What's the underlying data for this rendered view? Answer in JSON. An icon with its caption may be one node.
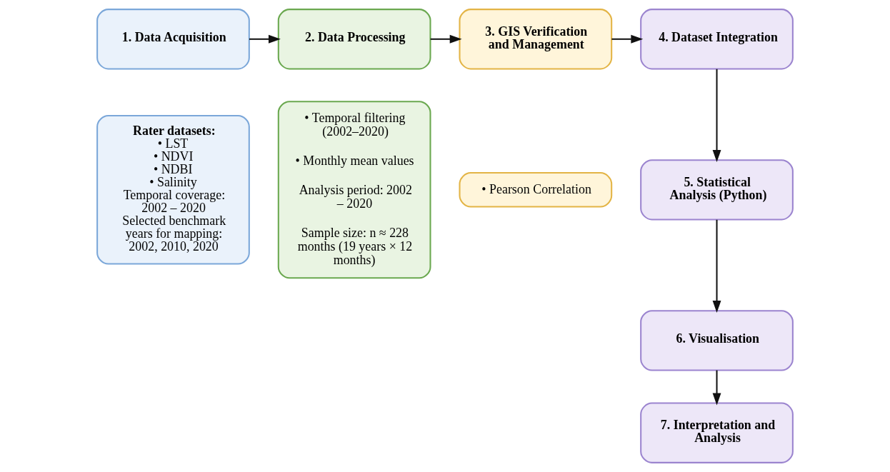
{
  "diagram": {
    "nodes": [
      {
        "text": [
          "1. Data Acquisition"
        ]
      },
      {
        "text": [
          "Rater datasets:",
          "• LST",
          "• NDVI",
          "• NDBI",
          "• Salinity",
          "Temporal coverage: 2002 – 2020",
          "Selected benchmark years for mapping: 2002, 2010, 2020"
        ]
      },
      {
        "text": [
          "2. Data Processing"
        ]
      },
      {
        "text": [
          "• Temporal filtering (2002–2020)",
          "• Monthly mean values",
          "Analysis period: 2002 – 2020",
          "Sample size: n ≈ 228 months (19 years × 12 months)"
        ]
      },
      {
        "text": [
          "3. GIS Verification and Management"
        ]
      },
      {
        "text": [
          "• Pearson Correlation"
        ]
      },
      {
        "text": [
          "4. Dataset Integration"
        ]
      },
      {
        "text": [
          "5. Statistical Analysis (Python)"
        ]
      },
      {
        "text": [
          "6. Visualisation"
        ]
      },
      {
        "text": [
          "7. Interpretation and Analysis"
        ]
      }
    ],
    "edges": [
      {
        "from": 0,
        "to": 2,
        "arrow": "to"
      },
      {
        "from": 2,
        "to": 4,
        "arrow": "to"
      },
      {
        "from": 4,
        "to": 6,
        "arrow": "to"
      },
      {
        "from": 6,
        "to": 7,
        "arrow": "to"
      },
      {
        "from": 7,
        "to": 8,
        "arrow": "to"
      },
      {
        "from": 8,
        "to": 9,
        "arrow": "to"
      }
    ]
  }
}
